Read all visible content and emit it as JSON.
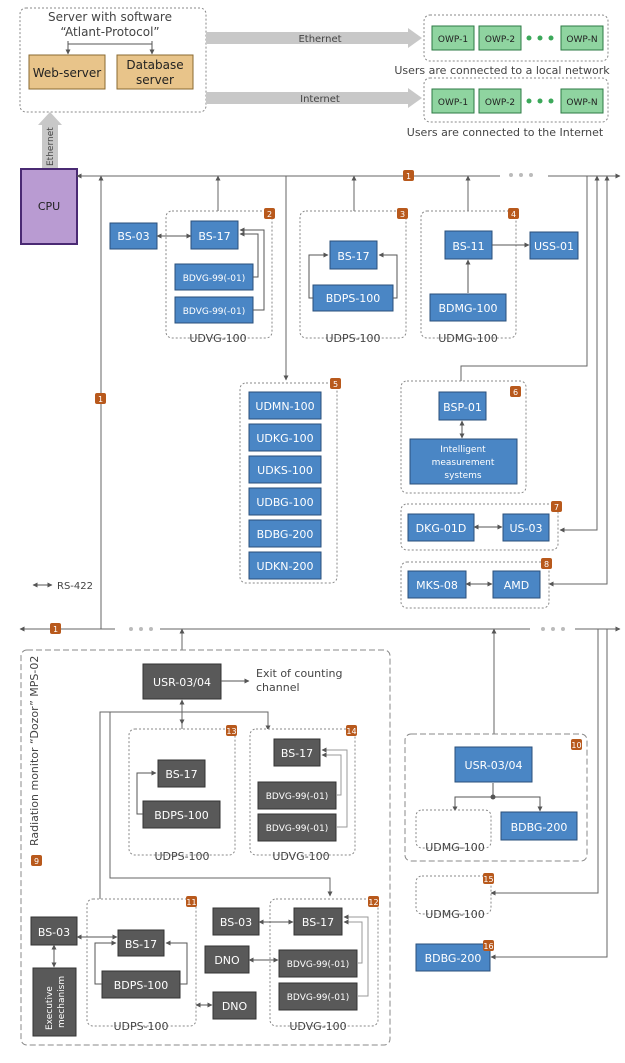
{
  "server": {
    "title_line1": "Server with software",
    "title_line2": "“Atlant-Protocol”",
    "web_server": "Web-server",
    "database_line1": "Database",
    "database_line2": "server"
  },
  "links": {
    "ethernet": "Ethernet",
    "internet": "Internet",
    "ethernet_vertical": "Ethernet"
  },
  "networks": {
    "local": {
      "nodes": [
        "OWP-1",
        "OWP-2",
        "OWP-N"
      ],
      "caption": "Users are connected to a local network"
    },
    "internet": {
      "nodes": [
        "OWP-1",
        "OWP-2",
        "OWP-N"
      ],
      "caption": "Users are connected to the Internet"
    }
  },
  "cpu": "CPU",
  "badges": [
    "1",
    "2",
    "3",
    "4",
    "5",
    "6",
    "7",
    "8",
    "9",
    "10",
    "11",
    "12",
    "13",
    "14",
    "15",
    "16"
  ],
  "legend": {
    "rs422": "RS-422"
  },
  "group2": {
    "bs03": "BS-03",
    "bs17": "BS-17",
    "bdvg1": "BDVG-99(-01)",
    "bdvg2": "BDVG-99(-01)",
    "caption": "UDVG-100"
  },
  "group3": {
    "bs17": "BS-17",
    "bdps": "BDPS-100",
    "caption": "UDPS-100"
  },
  "group4": {
    "bs11": "BS-11",
    "uss01": "USS-01",
    "bdmg": "BDMG-100",
    "caption": "UDMG-100"
  },
  "group5": {
    "items": [
      "UDMN-100",
      "UDKG-100",
      "UDKS-100",
      "UDBG-100",
      "BDBG-200",
      "UDKN-200"
    ]
  },
  "group6": {
    "bsp01": "BSP-01",
    "ims_line1": "Intelligent",
    "ims_line2": "measurement",
    "ims_line3": "systems"
  },
  "group7": {
    "dkg": "DKG-01D",
    "us03": "US-03"
  },
  "group8": {
    "mks": "MKS-08",
    "amd": "AMD"
  },
  "dozor": {
    "title": "Radiation monitor “Dozor” MPS-02",
    "usr": "USR-03/04",
    "exit_line1": "Exit of counting",
    "exit_line2": "channel",
    "g13": {
      "bs17": "BS-17",
      "bdps": "BDPS-100",
      "caption": "UDPS-100"
    },
    "g14": {
      "bs17": "BS-17",
      "bdvg1": "BDVG-99(-01)",
      "bdvg2": "BDVG-99(-01)",
      "caption": "UDVG-100"
    },
    "g11": {
      "bs03": "BS-03",
      "exec_line1": "Executive",
      "exec_line2": "mechanism",
      "bs17": "BS-17",
      "bdps": "BDPS-100",
      "dno": "DNO",
      "caption": "UDPS-100"
    },
    "g12": {
      "bs03": "BS-03",
      "bs17": "BS-17",
      "dno": "DNO",
      "bdvg1": "BDVG-99(-01)",
      "bdvg2": "BDVG-99(-01)",
      "caption": "UDVG-100"
    }
  },
  "group10": {
    "usr": "USR-03/04",
    "udmg": "UDMG-100",
    "bdbg": "BDBG-200"
  },
  "group15": {
    "caption": "UDMG-100"
  },
  "group16": {
    "bdbg": "BDBG-200"
  },
  "colors": {
    "blue_box": "#4a86c5",
    "blue_border": "#2a4f7a",
    "dark_box": "#595959",
    "server_box": "#e8c48a",
    "cpu_box": "#b99bd2",
    "cpu_border": "#4a2a73",
    "owp_box": "#8fd4a0",
    "badge": "#b8591c",
    "arrow_gray": "#c8c8c8",
    "line": "#666666"
  }
}
